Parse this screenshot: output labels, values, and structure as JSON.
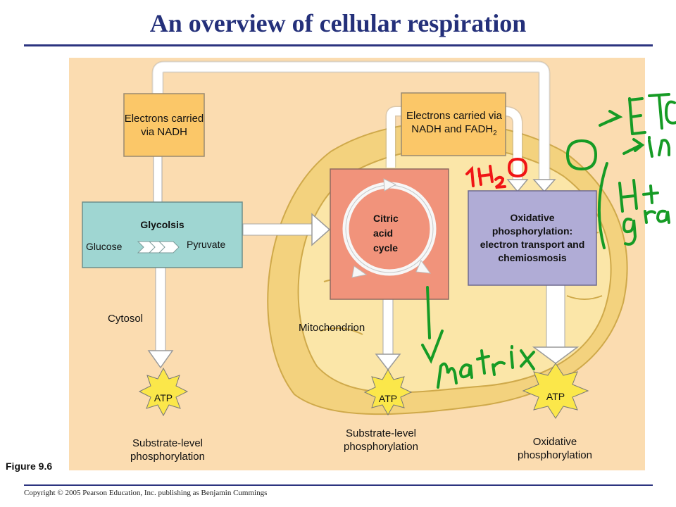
{
  "title": "An overview of cellular respiration",
  "figure_label": "Figure 9.6",
  "copyright": "Copyright © 2005 Pearson Education, Inc. publishing as Benjamin Cummings",
  "boxes": {
    "nadh": "Electrons carried via NADH",
    "nadh_fadh_main": "Electrons carried via NADH and FADH",
    "nadh_fadh_sub": "2",
    "glycolysis": "Glycolsis",
    "glucose": "Glucose",
    "pyruvate": "Pyruvate",
    "citric": "Citric acid cycle",
    "oxidative": "Oxidative phosphorylation: electron transport and chemiosmosis"
  },
  "regions": {
    "cytosol": "Cytosol",
    "mitochondrion": "Mitochondrion"
  },
  "atp": {
    "label1": "ATP",
    "label2": "ATP",
    "label3": "ATP"
  },
  "captions": {
    "substrate1": "Substrate-level phosphorylation",
    "substrate2": "Substrate-level phosphorylation",
    "oxidative": "Oxidative phosphorylation"
  },
  "colors": {
    "panel": "#fbdcb0",
    "nadh_box": "#fbc768",
    "glycolysis_box": "#9fd6d2",
    "citric_box": "#f1937b",
    "oxidative_box": "#b0acd6",
    "atp_star": "#fbe74a",
    "annotation_red": "#f01515",
    "annotation_green": "#169b25"
  },
  "annotations": {
    "red_formula": "H₂O",
    "green_matrix": "matrix",
    "green_etc": "O→ETC",
    "green_line2": "→in",
    "green_line3": "H+",
    "green_line4": "grad"
  }
}
